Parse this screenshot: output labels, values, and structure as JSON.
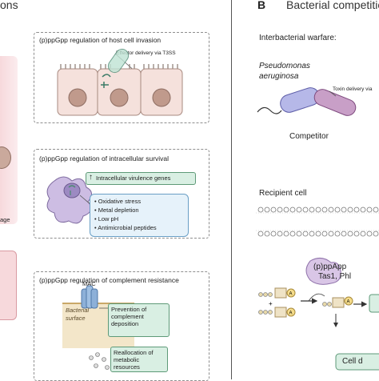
{
  "panel_a": {
    "title_fragment": "ons",
    "side_label": "age",
    "invasion": {
      "title": "(p)ppGpp regulation of host cell invasion",
      "effector_label": "Effector delivery via T3SS"
    },
    "survival": {
      "title": "(p)ppGpp regulation of intracellular survival",
      "virulence_label": "Intracellular virulence genes",
      "stresses": [
        "Oxidative stress",
        "Metal depletion",
        "Low pH",
        "Antimicrobial peptides"
      ]
    },
    "complement": {
      "title": "(p)ppGpp regulation of complement resistance",
      "mac_label": "MAC",
      "surface_label": "Bacterial surface",
      "prevention_label": "Prevention of complement deposition",
      "reallocation_label": "Reallocation of metabolic resources"
    }
  },
  "panel_b": {
    "letter": "B",
    "title": "Bacterial competitio",
    "warfare_label": "Interbacterial warfare:",
    "species": "Pseudomonas aeruginosa",
    "toxin_label": "Toxin delivery via",
    "competitor_label": "Competitor",
    "recipient_label": "Recipient cell",
    "ppapp_label": "(p)ppApp",
    "tas_label": "Tas1, Phl",
    "cell_label": "Cell d",
    "colors": {
      "green_box": "#d9efe3",
      "blue_box": "#e6f2fa",
      "lilac": "#c9b8dd",
      "tan": "#efe3c6",
      "pink": "#f7d9dc"
    }
  }
}
